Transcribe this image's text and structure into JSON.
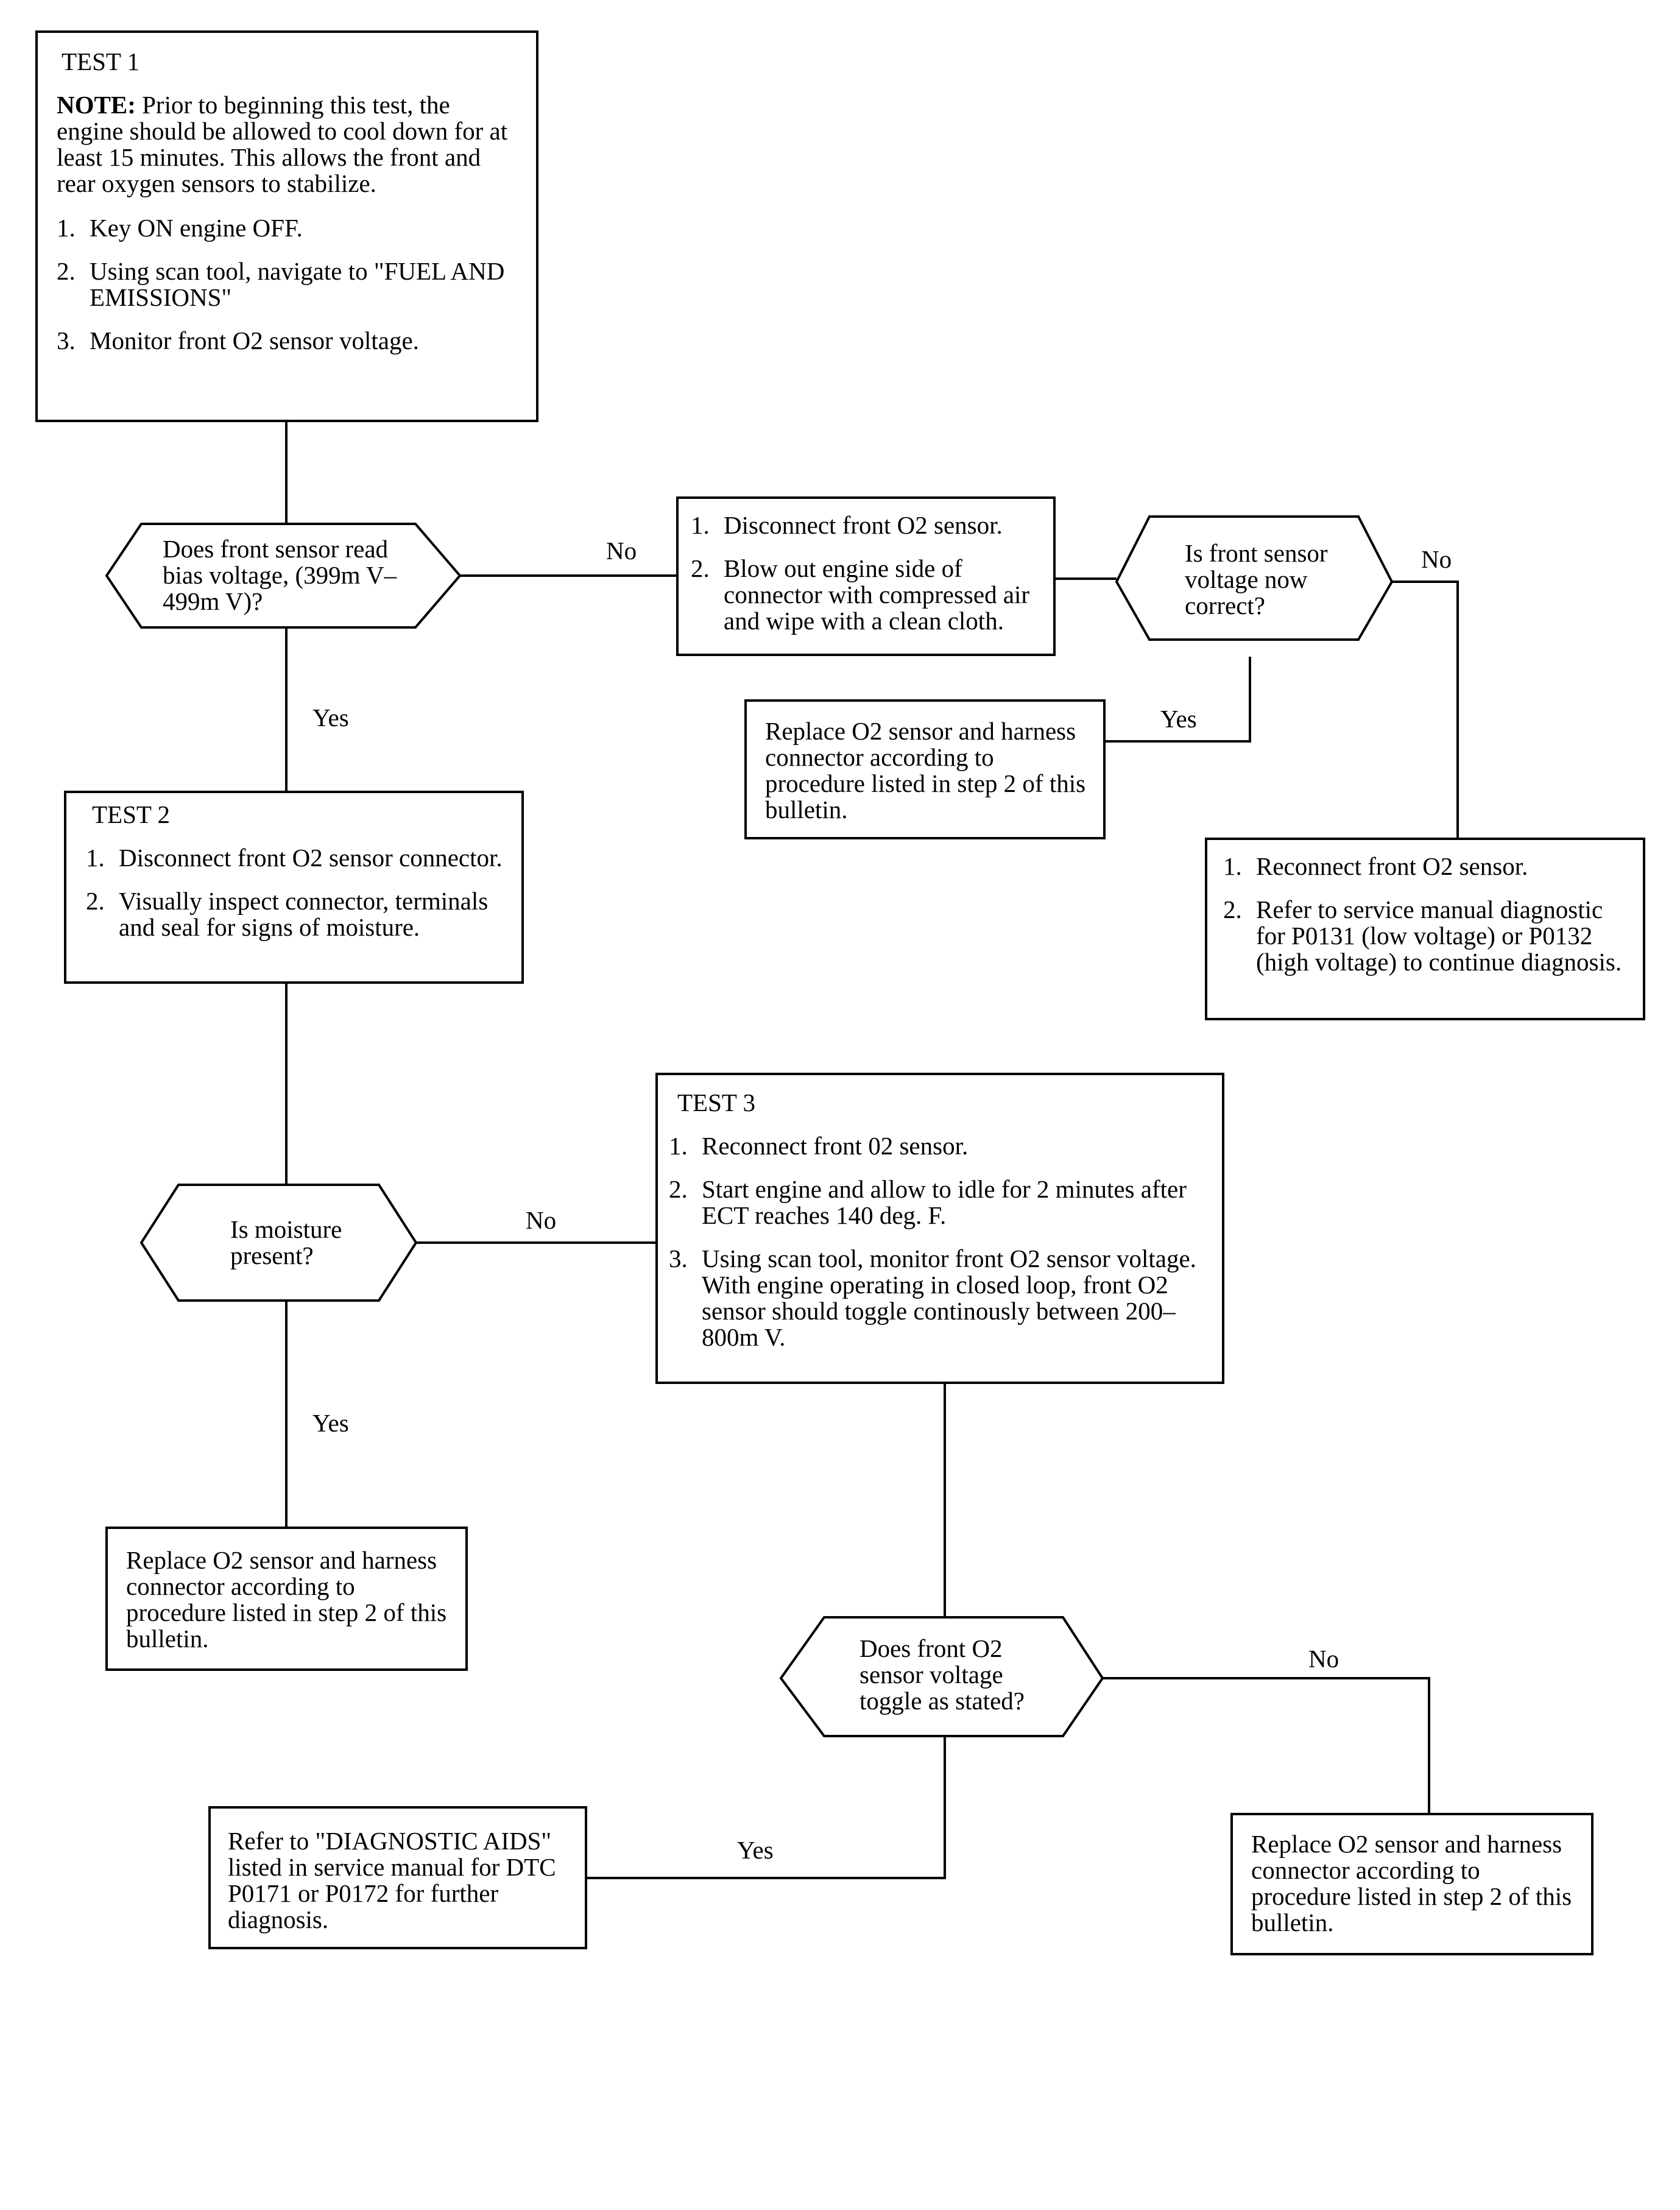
{
  "test1": {
    "title": "TEST 1",
    "note_label": "NOTE:",
    "note_text": " Prior to beginning this test, the engine should be allowed to cool down for at least 15 minutes. This allows the front and rear oxygen sensors to stabilize.",
    "steps": [
      {
        "num": "1.",
        "text": "Key ON engine OFF."
      },
      {
        "num": "2.",
        "text": "Using scan tool, navigate to \"FUEL AND EMISSIONS\""
      },
      {
        "num": "3.",
        "text": "Monitor front O2 sensor voltage."
      }
    ]
  },
  "decision1": {
    "text": "Does front sensor read bias voltage, (399m V–499m V)?"
  },
  "action1": {
    "steps": [
      {
        "num": "1.",
        "text": "Disconnect front O2 sensor."
      },
      {
        "num": "2.",
        "text": "Blow out engine side of connector with compressed air and wipe with a clean cloth."
      }
    ]
  },
  "decision2": {
    "text": "Is front sensor voltage now correct?"
  },
  "replace1": {
    "text": "Replace O2 sensor and harness connector according to procedure listed in step 2 of this bulletin."
  },
  "reconnect": {
    "steps": [
      {
        "num": "1.",
        "text": "Reconnect front O2 sensor."
      },
      {
        "num": "2.",
        "text": "Refer to service manual diagnostic for P0131 (low voltage) or P0132 (high voltage) to continue diagnosis."
      }
    ]
  },
  "test2": {
    "title": "TEST 2",
    "steps": [
      {
        "num": "1.",
        "text": "Disconnect front O2 sensor connector."
      },
      {
        "num": "2.",
        "text": "Visually inspect connector, terminals and seal for signs of moisture."
      }
    ]
  },
  "decision3": {
    "text": "Is moisture present?"
  },
  "test3": {
    "title": "TEST 3",
    "steps": [
      {
        "num": "1.",
        "text": "Reconnect front 02 sensor."
      },
      {
        "num": "2.",
        "text": "Start engine and allow to idle for 2 minutes after ECT reaches 140 deg. F."
      },
      {
        "num": "3.",
        "text": "Using scan tool, monitor front O2 sensor voltage. With engine operating in closed loop, front O2 sensor should toggle continously between 200–800m V."
      }
    ]
  },
  "replace2": {
    "text": "Replace O2 sensor and harness connector according to procedure listed in step 2 of this bulletin."
  },
  "decision4": {
    "text": "Does front O2 sensor voltage toggle as stated?"
  },
  "diagaids": {
    "text": "Refer to \"DIAGNOSTIC AIDS\" listed in service manual for DTC P0171 or P0172 for further diagnosis."
  },
  "replace3": {
    "text": "Replace O2 sensor and harness connector according to procedure listed in step 2 of this bulletin."
  },
  "labels": {
    "no1": "No",
    "yes1": "Yes",
    "no2": "No",
    "yes2": "Yes",
    "no3": "No",
    "yes3": "Yes",
    "no4": "No",
    "yes4": "Yes"
  }
}
